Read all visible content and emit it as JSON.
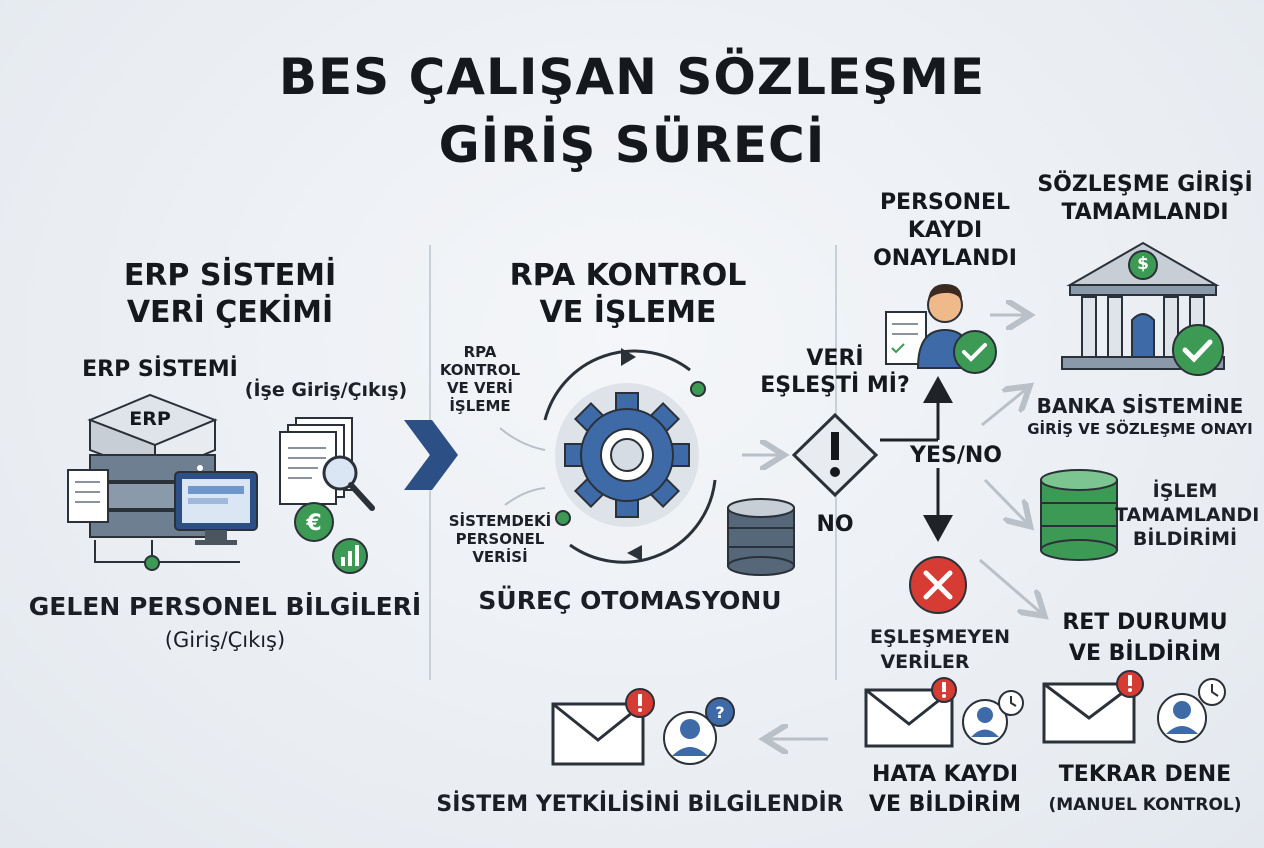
{
  "title": {
    "line1": "BES ÇALIŞAN SÖZLEŞME",
    "line2": "GİRİŞ SÜRECİ"
  },
  "erp_section": {
    "heading_1": "ERP SİSTEMİ",
    "heading_2": "VERİ ÇEKİMİ",
    "system_label": "ERP SİSTEMİ",
    "server_text": "ERP",
    "doc_label": "(İşe Giriş/Çıkış)",
    "footer_1": "GELEN PERSONEL BİLGİLERİ",
    "footer_2": "(Giriş/Çıkış)"
  },
  "rpa_section": {
    "heading_1": "RPA KONTROL",
    "heading_2": "VE İŞLEME",
    "side_label_1": "RPA",
    "side_label_2": "KONTROL",
    "side_label_3": "VE VERİ",
    "side_label_4": "İŞLEME",
    "data_label_1": "SİSTEMDEKİ",
    "data_label_2": "PERSONEL",
    "data_label_3": "VERİSİ",
    "footer": "SÜREÇ OTOMASYONU"
  },
  "decision": {
    "question_1": "VERİ",
    "question_2": "EŞLEŞTİ Mİ?",
    "yes_no": "YES/NO",
    "no": "NO"
  },
  "personnel_approved": {
    "line1": "PERSONEL",
    "line2": "KAYDI",
    "line3": "ONAYLANDI"
  },
  "contract_complete": {
    "line1": "SÖZLEŞME GİRİŞİ",
    "line2": "TAMAMLANDI",
    "bank_symbol": "$"
  },
  "bank_entry": {
    "line1": "BANKA SİSTEMİNE",
    "line2": "GİRİŞ VE SÖZLEŞME ONAYI"
  },
  "process_complete": {
    "line1": "İŞLEM",
    "line2": "TAMAMLANDI",
    "line3": "BİLDİRİMİ"
  },
  "mismatch": {
    "line1": "EŞLEŞMEYEN",
    "line2": "VERİLER"
  },
  "rejection": {
    "line1": "RET DURUMU",
    "line2": "VE BİLDİRİM"
  },
  "error_log": {
    "line1": "HATA KAYDI",
    "line2": "VE BİLDİRİM"
  },
  "retry": {
    "line1": "TEKRAR DENE",
    "line2": "(MANUEL KONTROL)"
  },
  "notify_admin": {
    "label": "SİSTEM YETKİLİSİNİ BİLGİLENDİR"
  },
  "colors": {
    "blue": "#3f6aa8",
    "navy": "#2c4f86",
    "green": "#3d9a55",
    "red": "#d63b34",
    "gray": "#b9c0c8",
    "dark": "#15181d"
  }
}
